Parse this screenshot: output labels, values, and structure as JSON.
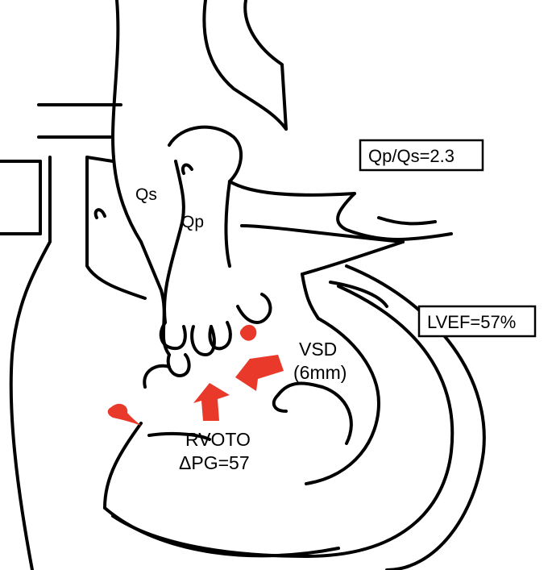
{
  "labels": {
    "qs": "Qs",
    "qp": "Qp",
    "qp_qs": "Qp/Qs=2.3",
    "lvef": "LVEF=57%",
    "vsd_line1": "VSD",
    "vsd_line2": "(6mm)",
    "rvoto_line1": "RVOTO",
    "rvoto_line2": "ΔPG=57"
  },
  "colors": {
    "outline": "#000000",
    "arrow": "#e8392a",
    "background": "#ffffff"
  },
  "icons": [
    "flow-arrow-icon",
    "jet-droplet-icon"
  ]
}
